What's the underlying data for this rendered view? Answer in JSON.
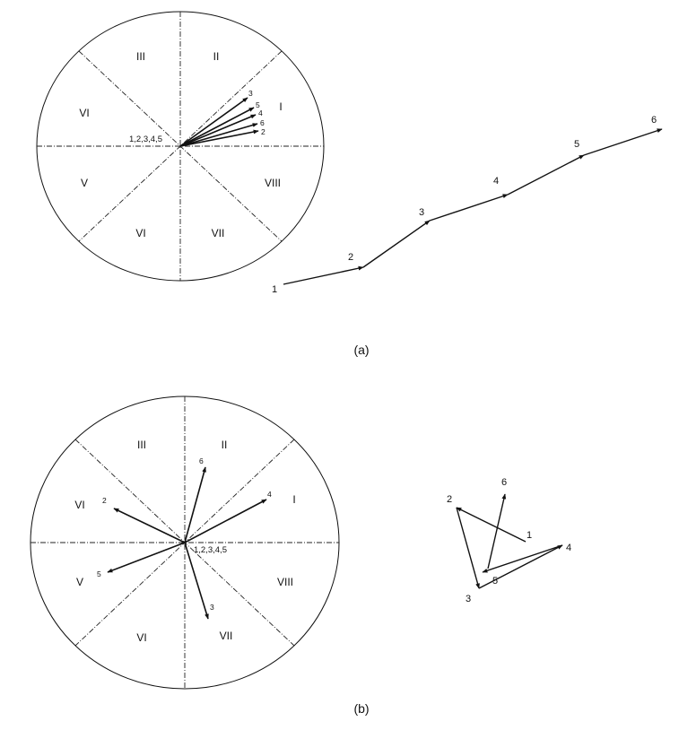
{
  "panel_a": {
    "caption": "(a)",
    "sectors": [
      "I",
      "II",
      "III",
      "VI",
      "V",
      "VI",
      "VII",
      "VIII"
    ],
    "origin_label": "1,2,3,4,5",
    "vector_labels": [
      "3",
      "5",
      "4",
      "6",
      "2"
    ],
    "path_labels": [
      "1",
      "2",
      "3",
      "4",
      "5",
      "6"
    ]
  },
  "panel_b": {
    "caption": "(b)",
    "sectors": [
      "I",
      "II",
      "III",
      "VI",
      "V",
      "VI",
      "VII",
      "VIII"
    ],
    "origin_label": "1,2,3,4,5",
    "vector_labels": [
      "6",
      "4",
      "2",
      "5",
      "3"
    ],
    "path_labels": [
      "1",
      "2",
      "3",
      "4",
      "5",
      "6"
    ]
  }
}
